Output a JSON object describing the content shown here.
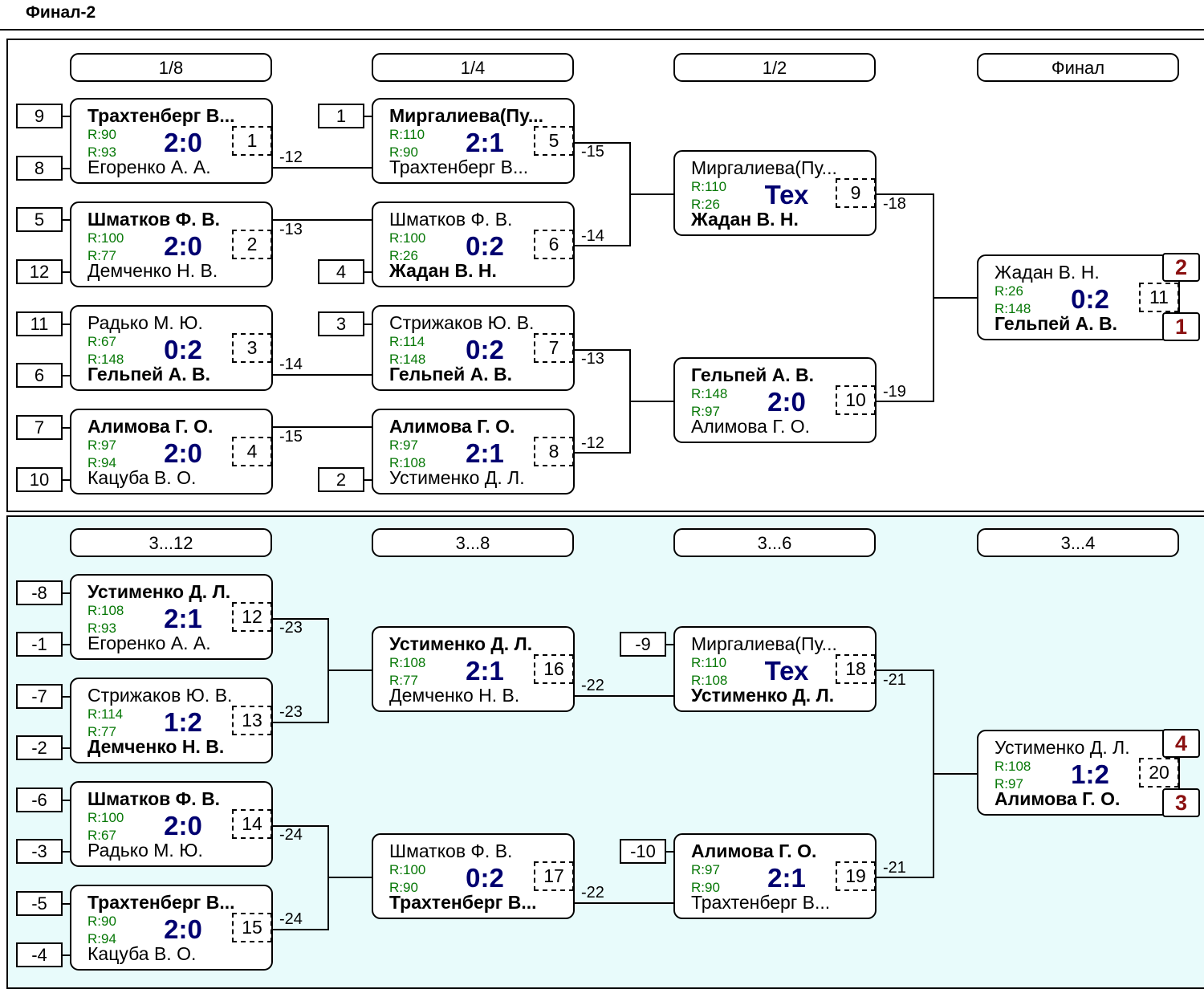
{
  "title": "Финал-2",
  "main": {
    "rounds": [
      "1/8",
      "1/4",
      "1/2",
      "Финал"
    ],
    "seeds": [
      "9",
      "8",
      "5",
      "12",
      "11",
      "6",
      "7",
      "10"
    ],
    "qf_seeds": [
      "1",
      "4",
      "3",
      "2"
    ],
    "matches": [
      {
        "p1": "Трахтенберг В...",
        "r1": "R:90",
        "r2": "R:93",
        "p2": "Егоренко А. А.",
        "score": "2:0",
        "num": "1",
        "win": 1
      },
      {
        "p1": "Шматков Ф. В.",
        "r1": "R:100",
        "r2": "R:77",
        "p2": "Демченко Н. В.",
        "score": "2:0",
        "num": "2",
        "win": 1
      },
      {
        "p1": "Радько М. Ю.",
        "r1": "R:67",
        "r2": "R:148",
        "p2": "Гельпей А. В.",
        "score": "0:2",
        "num": "3",
        "win": 2
      },
      {
        "p1": "Алимова Г. О.",
        "r1": "R:97",
        "r2": "R:94",
        "p2": "Кацуба В. О.",
        "score": "2:0",
        "num": "4",
        "win": 1
      },
      {
        "p1": "Миргалиева(Пу...",
        "r1": "R:110",
        "r2": "R:90",
        "p2": "Трахтенберг В...",
        "score": "2:1",
        "num": "5",
        "win": 1
      },
      {
        "p1": "Шматков Ф. В.",
        "r1": "R:100",
        "r2": "R:26",
        "p2": "Жадан В. Н.",
        "score": "0:2",
        "num": "6",
        "win": 2
      },
      {
        "p1": "Стрижаков Ю. В.",
        "r1": "R:114",
        "r2": "R:148",
        "p2": "Гельпей А. В.",
        "score": "0:2",
        "num": "7",
        "win": 2
      },
      {
        "p1": "Алимова Г. О.",
        "r1": "R:97",
        "r2": "R:108",
        "p2": "Устименко Д. Л.",
        "score": "2:1",
        "num": "8",
        "win": 1
      },
      {
        "p1": "Миргалиева(Пу...",
        "r1": "R:110",
        "r2": "R:26",
        "p2": "Жадан В. Н.",
        "score": "Тех",
        "num": "9",
        "win": 2
      },
      {
        "p1": "Гельпей А. В.",
        "r1": "R:148",
        "r2": "R:97",
        "p2": "Алимова Г. О.",
        "score": "2:0",
        "num": "10",
        "win": 1
      },
      {
        "p1": "Жадан В. Н.",
        "r1": "R:26",
        "r2": "R:148",
        "p2": "Гельпей А. В.",
        "score": "0:2",
        "num": "11",
        "win": 2
      }
    ],
    "loser_labels": [
      "-12",
      "-13",
      "-14",
      "-15",
      "-15",
      "-14",
      "-13",
      "-12",
      "-18",
      "-19"
    ],
    "places": [
      "2",
      "1"
    ]
  },
  "cons": {
    "rounds": [
      "3...12",
      "3...8",
      "3...6",
      "3...4"
    ],
    "seeds": [
      "-8",
      "-1",
      "-7",
      "-2",
      "-6",
      "-3",
      "-5",
      "-4"
    ],
    "qf_seeds": [
      "-9",
      "-10"
    ],
    "matches": [
      {
        "p1": "Устименко Д. Л.",
        "r1": "R:108",
        "r2": "R:93",
        "p2": "Егоренко А. А.",
        "score": "2:1",
        "num": "12",
        "win": 1
      },
      {
        "p1": "Стрижаков Ю. В.",
        "r1": "R:114",
        "r2": "R:77",
        "p2": "Демченко Н. В.",
        "score": "1:2",
        "num": "13",
        "win": 2
      },
      {
        "p1": "Шматков Ф. В.",
        "r1": "R:100",
        "r2": "R:67",
        "p2": "Радько М. Ю.",
        "score": "2:0",
        "num": "14",
        "win": 1
      },
      {
        "p1": "Трахтенберг В...",
        "r1": "R:90",
        "r2": "R:94",
        "p2": "Кацуба В. О.",
        "score": "2:0",
        "num": "15",
        "win": 1
      },
      {
        "p1": "Устименко Д. Л.",
        "r1": "R:108",
        "r2": "R:77",
        "p2": "Демченко Н. В.",
        "score": "2:1",
        "num": "16",
        "win": 1
      },
      {
        "p1": "Шматков Ф. В.",
        "r1": "R:100",
        "r2": "R:90",
        "p2": "Трахтенберг В...",
        "score": "0:2",
        "num": "17",
        "win": 2
      },
      {
        "p1": "Миргалиева(Пу...",
        "r1": "R:110",
        "r2": "R:108",
        "p2": "Устименко Д. Л.",
        "score": "Тех",
        "num": "18",
        "win": 2
      },
      {
        "p1": "Алимова Г. О.",
        "r1": "R:97",
        "r2": "R:90",
        "p2": "Трахтенберг В...",
        "score": "2:1",
        "num": "19",
        "win": 1
      },
      {
        "p1": "Устименко Д. Л.",
        "r1": "R:108",
        "r2": "R:97",
        "p2": "Алимова Г. О.",
        "score": "1:2",
        "num": "20",
        "win": 2
      }
    ],
    "loser_labels": [
      "-23",
      "-23",
      "-24",
      "-24",
      "-22",
      "-22",
      "-21",
      "-21"
    ],
    "places": [
      "4",
      "3"
    ]
  }
}
